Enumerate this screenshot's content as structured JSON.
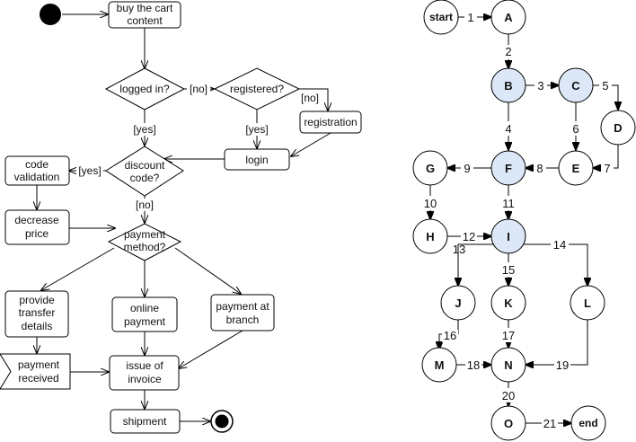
{
  "activity": {
    "nodes": {
      "buy": [
        "buy the cart",
        "content"
      ],
      "logged_in": "logged in?",
      "registered": "registered?",
      "registration": "registration",
      "login": "login",
      "discount": [
        "discount",
        "code?"
      ],
      "code_validation": [
        "code",
        "validation"
      ],
      "decrease_price": [
        "decrease",
        "price"
      ],
      "payment_method": [
        "payment",
        "method?"
      ],
      "transfer": [
        "provide",
        "transfer",
        "details"
      ],
      "online": [
        "online",
        "payment"
      ],
      "branch": [
        "payment at",
        "branch"
      ],
      "payment_received": [
        "payment",
        "received"
      ],
      "invoice": [
        "issue of",
        "invoice"
      ],
      "shipment": "shipment"
    },
    "guards": {
      "no_registered": "[no]",
      "no_registration": "[no]",
      "yes_logged": "[yes]",
      "yes_registered": "[yes]",
      "yes_discount": "[yes]",
      "no_discount": "[no]"
    }
  },
  "graph": {
    "nodes": {
      "start": "start",
      "A": "A",
      "B": "B",
      "C": "C",
      "D": "D",
      "E": "E",
      "F": "F",
      "G": "G",
      "H": "H",
      "I": "I",
      "J": "J",
      "K": "K",
      "L": "L",
      "M": "M",
      "N": "N",
      "O": "O",
      "end": "end"
    },
    "highlighted_nodes": [
      "B",
      "C",
      "F",
      "I"
    ],
    "highlight_color": "#dce8f7",
    "edges": {
      "e1": "1",
      "e2": "2",
      "e3": "3",
      "e4": "4",
      "e5": "5",
      "e6": "6",
      "e7": "7",
      "e8": "8",
      "e9": "9",
      "e10": "10",
      "e11": "11",
      "e12": "12",
      "e13": "13",
      "e14": "14",
      "e15": "15",
      "e16": "16",
      "e17": "17",
      "e18": "18",
      "e19": "19",
      "e20": "20",
      "e21": "21"
    }
  }
}
